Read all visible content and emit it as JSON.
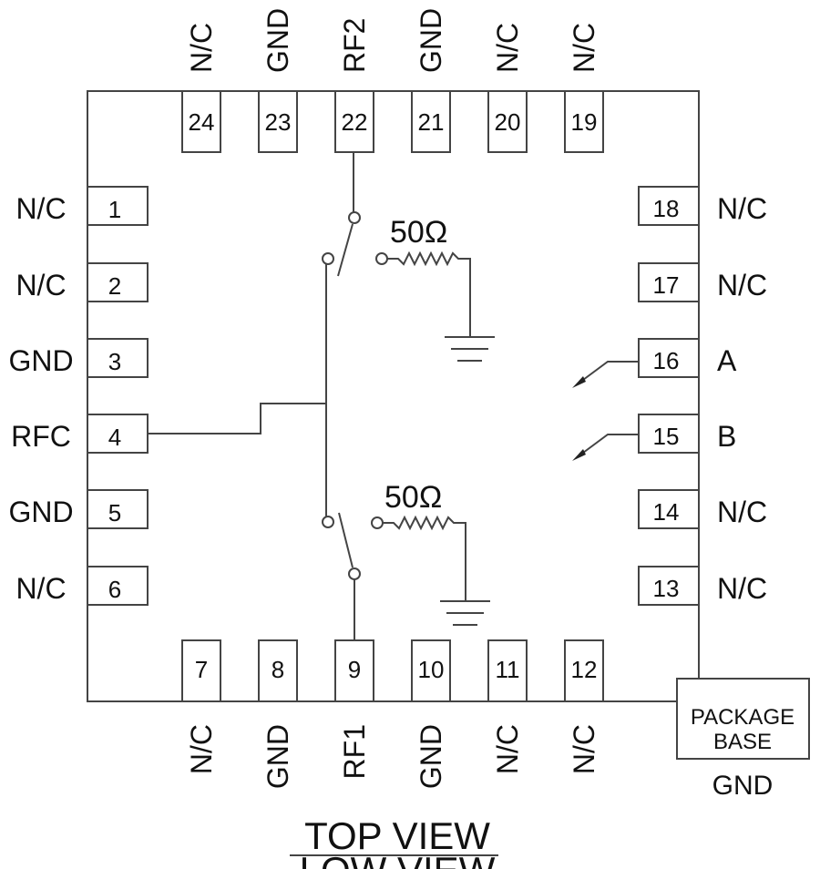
{
  "diagram": {
    "title": "TOP VIEW",
    "cut_text": "LOW VIEW",
    "package_base": {
      "line1": "PACKAGE",
      "line2": "BASE",
      "label": "GND"
    },
    "resistor_top": "50Ω",
    "resistor_bottom": "50Ω",
    "pins_left": [
      {
        "num": "1",
        "name": "N/C"
      },
      {
        "num": "2",
        "name": "N/C"
      },
      {
        "num": "3",
        "name": "GND"
      },
      {
        "num": "4",
        "name": "RFC"
      },
      {
        "num": "5",
        "name": "GND"
      },
      {
        "num": "6",
        "name": "N/C"
      }
    ],
    "pins_bottom": [
      {
        "num": "7",
        "name": "N/C"
      },
      {
        "num": "8",
        "name": "GND"
      },
      {
        "num": "9",
        "name": "RF1"
      },
      {
        "num": "10",
        "name": "GND"
      },
      {
        "num": "11",
        "name": "N/C"
      },
      {
        "num": "12",
        "name": "N/C"
      }
    ],
    "pins_right": [
      {
        "num": "18",
        "name": "N/C"
      },
      {
        "num": "17",
        "name": "N/C"
      },
      {
        "num": "16",
        "name": "A"
      },
      {
        "num": "15",
        "name": "B"
      },
      {
        "num": "14",
        "name": "N/C"
      },
      {
        "num": "13",
        "name": "N/C"
      }
    ],
    "pins_top": [
      {
        "num": "24",
        "name": "N/C"
      },
      {
        "num": "23",
        "name": "GND"
      },
      {
        "num": "22",
        "name": "RF2"
      },
      {
        "num": "21",
        "name": "GND"
      },
      {
        "num": "20",
        "name": "N/C"
      },
      {
        "num": "19",
        "name": "N/C"
      }
    ]
  }
}
